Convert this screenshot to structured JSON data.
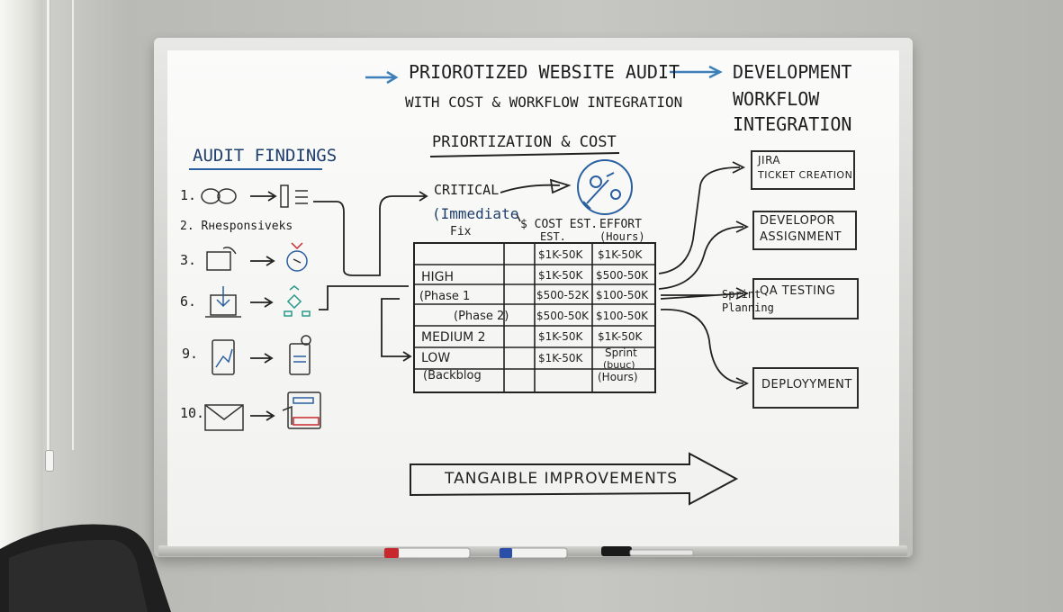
{
  "title": {
    "line1": "PRIOROTIZED WEBSITE AUDIT",
    "line2": "WITH COST & WORKFLOW INTEGRATION"
  },
  "dev_header": {
    "line1": "DEVELOPMENT",
    "line2": "WORKFLOW",
    "line3": "INTEGRATION"
  },
  "audit": {
    "heading": "AUDIT FINDINGS",
    "items": [
      {
        "num": "1.",
        "icon": "link-icon",
        "target_icon": "bars-icon"
      },
      {
        "num": "2.",
        "text": "Rнesponsiveks"
      },
      {
        "num": "3.",
        "icon": "puzzle-icon",
        "target_icon": "badge-icon"
      },
      {
        "num": "6.",
        "icon": "download-icon",
        "target_icon": "network-icon"
      },
      {
        "num": "9.",
        "icon": "tablet-icon",
        "target_icon": "document-icon"
      },
      {
        "num": "10.",
        "icon": "envelope-icon",
        "target_icon": "files-icon"
      }
    ]
  },
  "prioritization": {
    "heading": "PRIORTIZATION & COST",
    "critical": "CRITICAL",
    "immediate": "(Immediate",
    "fix": "Fix",
    "icon": "gear-wrench-icon",
    "col_cost": [
      "$ COST EST.",
      "EST."
    ],
    "col_effort": [
      "EFFORT",
      "(Hours)"
    ],
    "rows": [
      {
        "label": "",
        "cost": "$1K-50K",
        "effort": "$1K-50K"
      },
      {
        "label": "HIGH",
        "cost": "$1K-50K",
        "effort": "$500-50K"
      },
      {
        "label": "(Phase 1",
        "cost": "$500-52K",
        "effort": "$100-50K"
      },
      {
        "label": "(Phase 2)",
        "cost": "$500-50K",
        "effort": "$100-50K"
      },
      {
        "label": "MEDIUM 2",
        "cost": "$1K-50K",
        "effort": "$1K-50K"
      },
      {
        "label": "LOW",
        "cost": "$1K-50K",
        "effort": "Sprint"
      },
      {
        "label": "(Backblog",
        "cost": "",
        "effort": "(buuc)"
      },
      {
        "label": "",
        "cost": "",
        "effort": "(Hours)"
      }
    ]
  },
  "workflow": {
    "boxes": [
      {
        "line1": "JIRA",
        "line2": "TICKET CREATION"
      },
      {
        "line1": "DEVELOPOR",
        "line2": "ASSIGNMENT"
      },
      {
        "line1": "QA TESTING",
        "line2": ""
      },
      {
        "line1": "DEPLOYYMENT",
        "line2": ""
      }
    ],
    "sprint": "Sprint",
    "planning": "Planning"
  },
  "footer_arrow": "TANGAIBLE IMPROVEMENTS",
  "colors": {
    "accent": "#2a5fa0",
    "ink": "#222222",
    "marker_red": "#c8282d",
    "marker_blue": "#2a4fa8"
  }
}
